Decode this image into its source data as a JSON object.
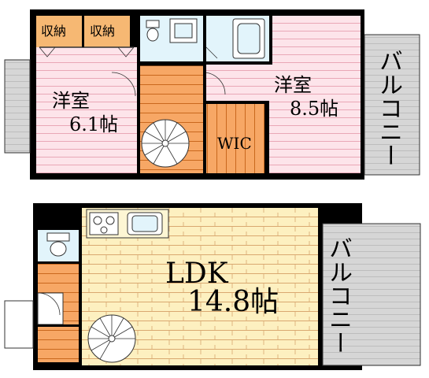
{
  "upper_floor": {
    "storage_left": "収納",
    "storage_right": "収納",
    "western_room_left": {
      "name": "洋室",
      "size": "6.1帖"
    },
    "western_room_right": {
      "name": "洋室",
      "size": "8.5帖"
    },
    "walk_in_closet": "WIC",
    "balcony": "バルコニー"
  },
  "lower_floor": {
    "ldk": {
      "name": "LDK",
      "size": "14.8帖"
    },
    "balcony": "バルコニー"
  },
  "colors": {
    "wall": "#000000",
    "room_pink": "#fde4ea",
    "room_pink_line": "#e9a7b6",
    "floor_orange": "#f7a765",
    "floor_orange_line": "#c9681e",
    "storage_tan": "#f6b873",
    "floor_wood": "#fdf0c0",
    "floor_wood_line": "#d9a870",
    "wet_area_blue": "#e2f4fb",
    "balcony_gray": "#d6d6d6",
    "sink_area": "#fdf6d4"
  }
}
